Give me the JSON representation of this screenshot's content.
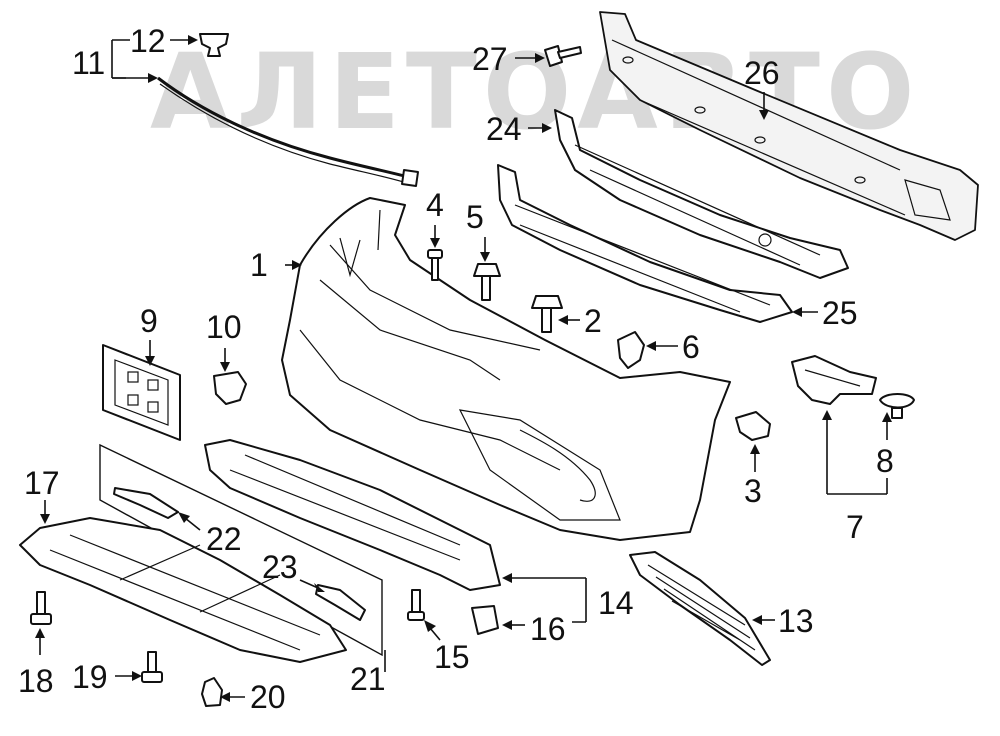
{
  "watermark": "АЛЕТОАВТО",
  "callouts": [
    {
      "id": "1",
      "label": "1"
    },
    {
      "id": "2",
      "label": "2"
    },
    {
      "id": "3",
      "label": "3"
    },
    {
      "id": "4",
      "label": "4"
    },
    {
      "id": "5",
      "label": "5"
    },
    {
      "id": "6",
      "label": "6"
    },
    {
      "id": "7",
      "label": "7"
    },
    {
      "id": "8",
      "label": "8"
    },
    {
      "id": "9",
      "label": "9"
    },
    {
      "id": "10",
      "label": "10"
    },
    {
      "id": "11",
      "label": "11"
    },
    {
      "id": "12",
      "label": "12"
    },
    {
      "id": "13",
      "label": "13"
    },
    {
      "id": "14",
      "label": "14"
    },
    {
      "id": "15",
      "label": "15"
    },
    {
      "id": "16",
      "label": "16"
    },
    {
      "id": "17",
      "label": "17"
    },
    {
      "id": "18",
      "label": "18"
    },
    {
      "id": "19",
      "label": "19"
    },
    {
      "id": "20",
      "label": "20"
    },
    {
      "id": "21",
      "label": "21"
    },
    {
      "id": "22",
      "label": "22"
    },
    {
      "id": "23",
      "label": "23"
    },
    {
      "id": "24",
      "label": "24"
    },
    {
      "id": "25",
      "label": "25"
    },
    {
      "id": "26",
      "label": "26"
    },
    {
      "id": "27",
      "label": "27"
    }
  ]
}
